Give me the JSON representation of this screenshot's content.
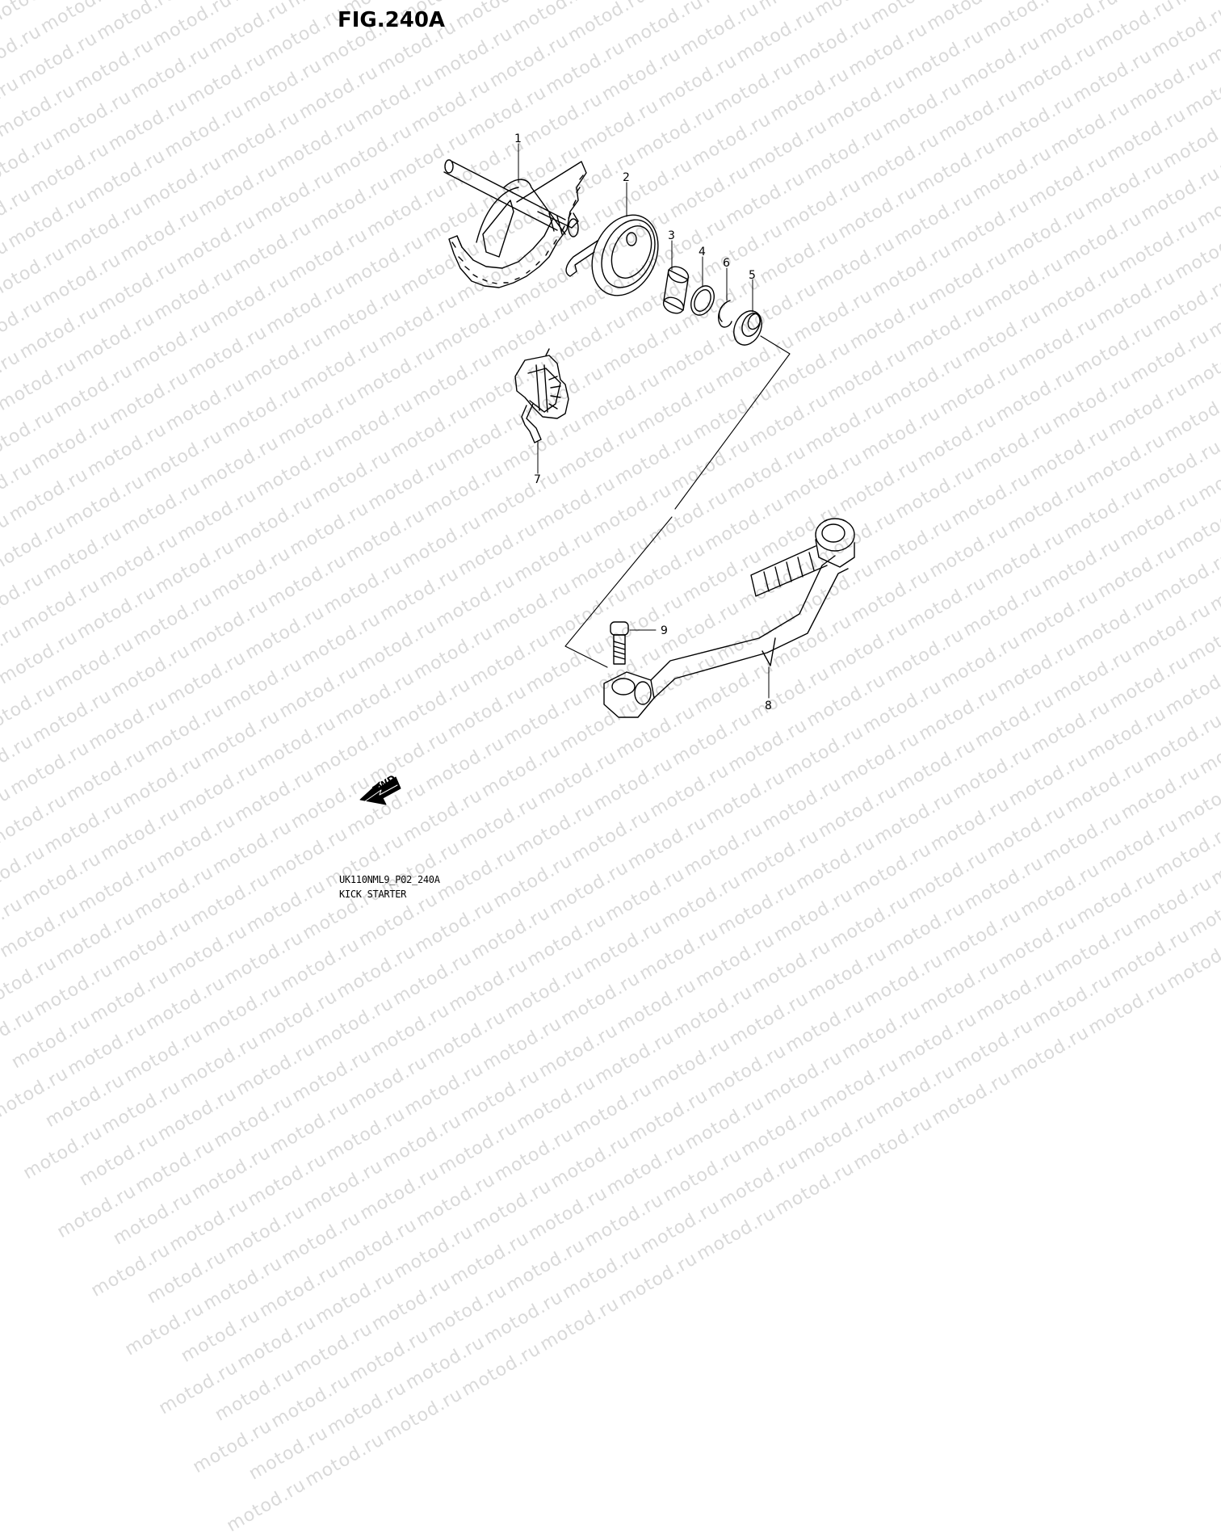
{
  "figure": {
    "title": "FIG.240A",
    "code": "UK110NML9_P02_240A",
    "name": "KICK STARTER"
  },
  "watermark": {
    "text": "motod.ru"
  },
  "callouts": [
    "1",
    "2",
    "3",
    "4",
    "6",
    "5",
    "7",
    "9",
    "8"
  ],
  "fwd_label": "FWD",
  "colors": {
    "line": "#000000",
    "watermark": "#d9d9d9",
    "background": "#ffffff"
  }
}
